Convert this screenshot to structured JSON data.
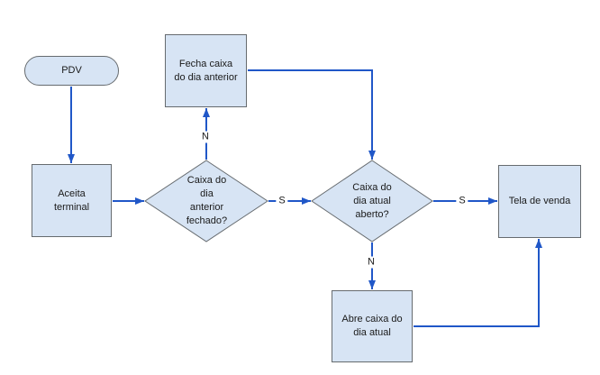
{
  "diagram": {
    "nodes": {
      "pdv": {
        "type": "terminator",
        "label": "PDV"
      },
      "aceita_terminal": {
        "type": "process",
        "lines": [
          "Aceita",
          "terminal"
        ]
      },
      "fecha_caixa": {
        "type": "process",
        "lines": [
          "Fecha caixa",
          "do dia anterior"
        ]
      },
      "caixa_anterior_fechado": {
        "type": "decision",
        "lines": [
          "Caixa do",
          "dia",
          "anterior",
          "fechado?"
        ]
      },
      "caixa_atual_aberto": {
        "type": "decision",
        "lines": [
          "Caixa do",
          "dia atual",
          "aberto?"
        ]
      },
      "tela_de_venda": {
        "type": "process",
        "lines": [
          "Tela de venda"
        ]
      },
      "abre_caixa": {
        "type": "process",
        "lines": [
          "Abre caixa do",
          "dia atual"
        ]
      }
    },
    "edge_labels": {
      "anterior_nao": {
        "label": "N"
      },
      "anterior_sim": {
        "label": "S"
      },
      "atual_sim": {
        "label": "S"
      },
      "atual_nao": {
        "label": "N"
      }
    },
    "colors": {
      "node_fill": "#d7e4f4",
      "node_stroke": "#666b6f",
      "arrow": "#2057c8",
      "text": "#1a1a1a",
      "background": "#ffffff"
    }
  }
}
